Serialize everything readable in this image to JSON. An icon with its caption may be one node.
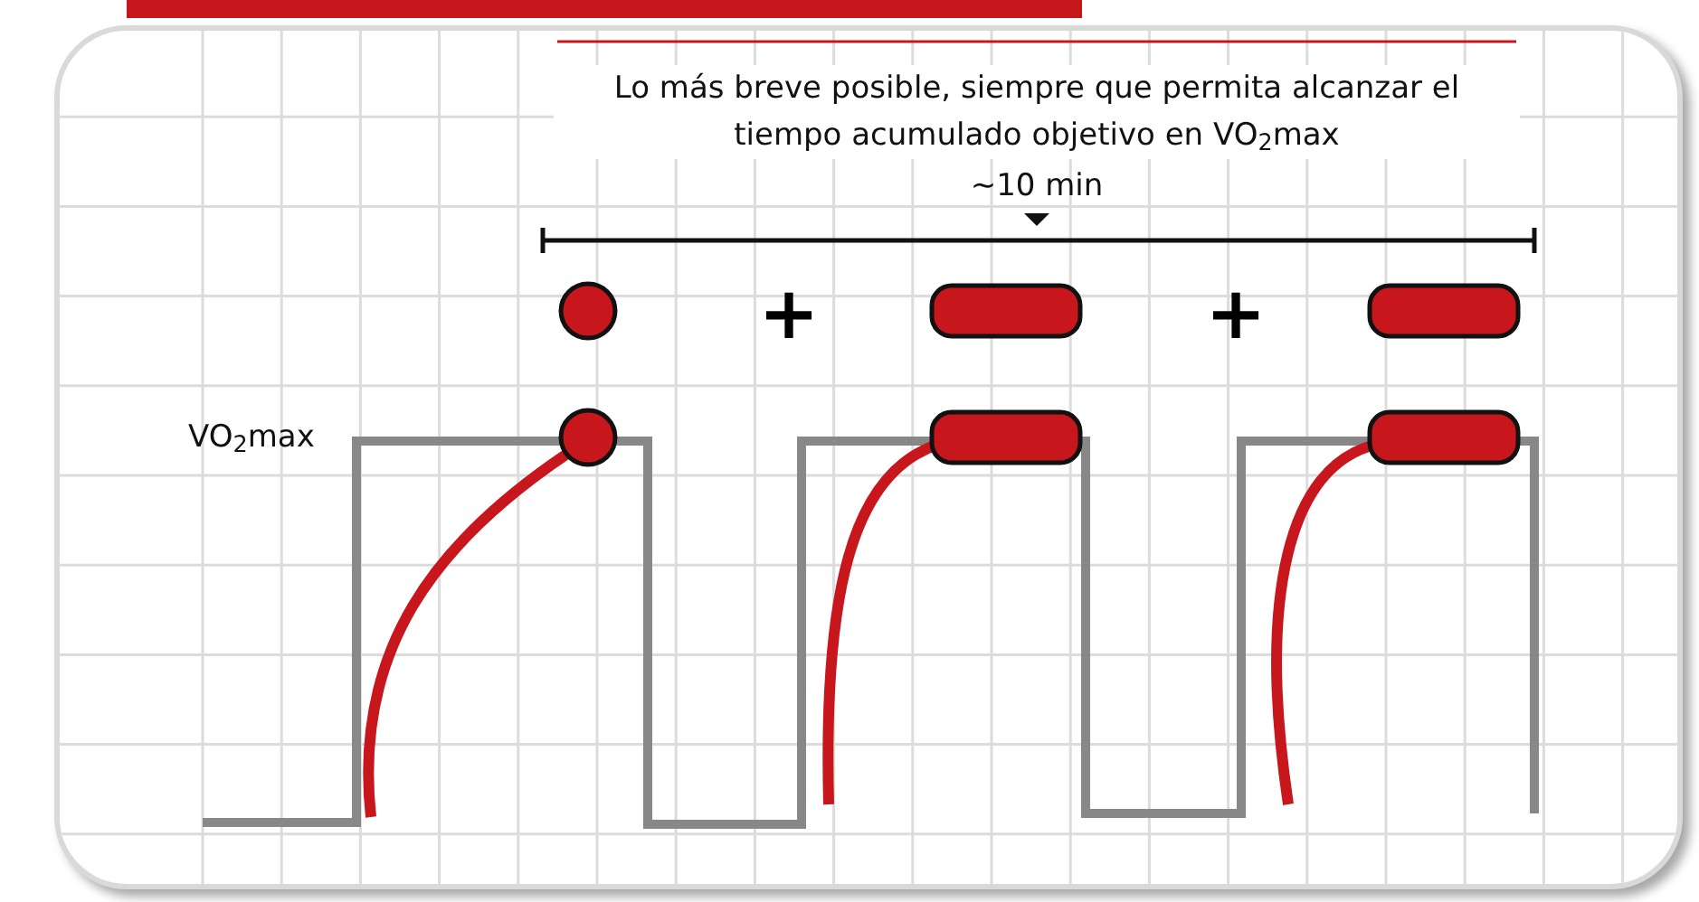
{
  "diagram": {
    "nodes": [
      {
        "text": [],
        "shape": "circle"
      },
      {
        "text": [],
        "shape": "bar"
      },
      {
        "text": [],
        "shape": "bar"
      },
      {
        "text": [],
        "shape": "circle"
      },
      {
        "text": [],
        "shape": "bar"
      },
      {
        "text": [],
        "shape": "bar"
      }
    ],
    "labels": [
      "Lo más breve posible, siempre que permita alcanzar el tiempo acumulado objetivo en VO$_{2}$max",
      "~10 min",
      "+",
      "+",
      "VO$_{2}$max"
    ]
  }
}
